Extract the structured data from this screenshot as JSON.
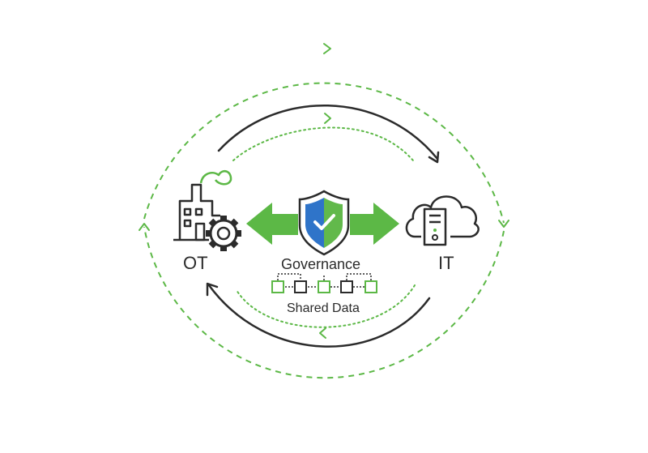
{
  "labels": {
    "ot": "OT",
    "it": "IT",
    "governance": "Governance",
    "shared_data": "Shared Data"
  },
  "icons": {
    "factory": "factory-icon",
    "gear": "gear-icon",
    "shield": "shield-check-icon",
    "cloud_server": "cloud-server-icon",
    "arrow_left": "arrow-left-icon",
    "arrow_right": "arrow-right-icon"
  },
  "colors": {
    "green": "#5cb846",
    "dark": "#2b2b2b",
    "shield_blue": "#2f74c9",
    "shield_green": "#62b94b"
  }
}
